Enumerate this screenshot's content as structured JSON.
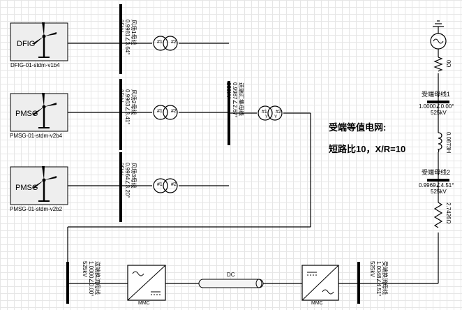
{
  "generators": [
    {
      "label": "DFIG",
      "caption": "DFIG-01-stdm-v1b4"
    },
    {
      "label": "PMSG",
      "caption": "PMSG-01-stdm-v2b4"
    },
    {
      "label": "PMSG",
      "caption": "PMSG-01-stdm-v2b2"
    }
  ],
  "feeder_buses": [
    {
      "name": "风场1母线",
      "value": "0.9981∠3.64°",
      "voltage": "35kV"
    },
    {
      "name": "风场2母线",
      "value": "0.9963∠3.41°",
      "voltage": "35kV"
    },
    {
      "name": "风场3母线",
      "value": "0.9964∠3.20°",
      "voltage": "35kV"
    }
  ],
  "collector_bus": {
    "name": "送端汇集母线",
    "value": "0.9987∠2.67°",
    "voltage": "230kV"
  },
  "transformer": {
    "w1": "#1",
    "w2": "#2",
    "y1": "Y",
    "y2": "Y"
  },
  "send_bus": {
    "name": "送端换流母线",
    "value": "1.0000∠0.00°",
    "voltage": "525kV"
  },
  "receive_conv_bus": {
    "name": "受端换流母线",
    "value": "1.0048∠4.51°",
    "voltage": "525kV"
  },
  "receive_bus1": {
    "name": "受端母线1",
    "value": "1.0000∠0.00°",
    "voltage": "525kV"
  },
  "receive_bus2": {
    "name": "受端母线2",
    "value": "0.9969∠4.51°",
    "voltage": "525kV"
  },
  "resistors": {
    "r0": "0Ω",
    "r2": "2.7426Ω"
  },
  "inductor": "0.0873H",
  "dc_label": "DC",
  "mmc_label": "MMC",
  "grid_text": {
    "title": "受端等值电网:",
    "detail": "短路比10，X/R=10"
  }
}
